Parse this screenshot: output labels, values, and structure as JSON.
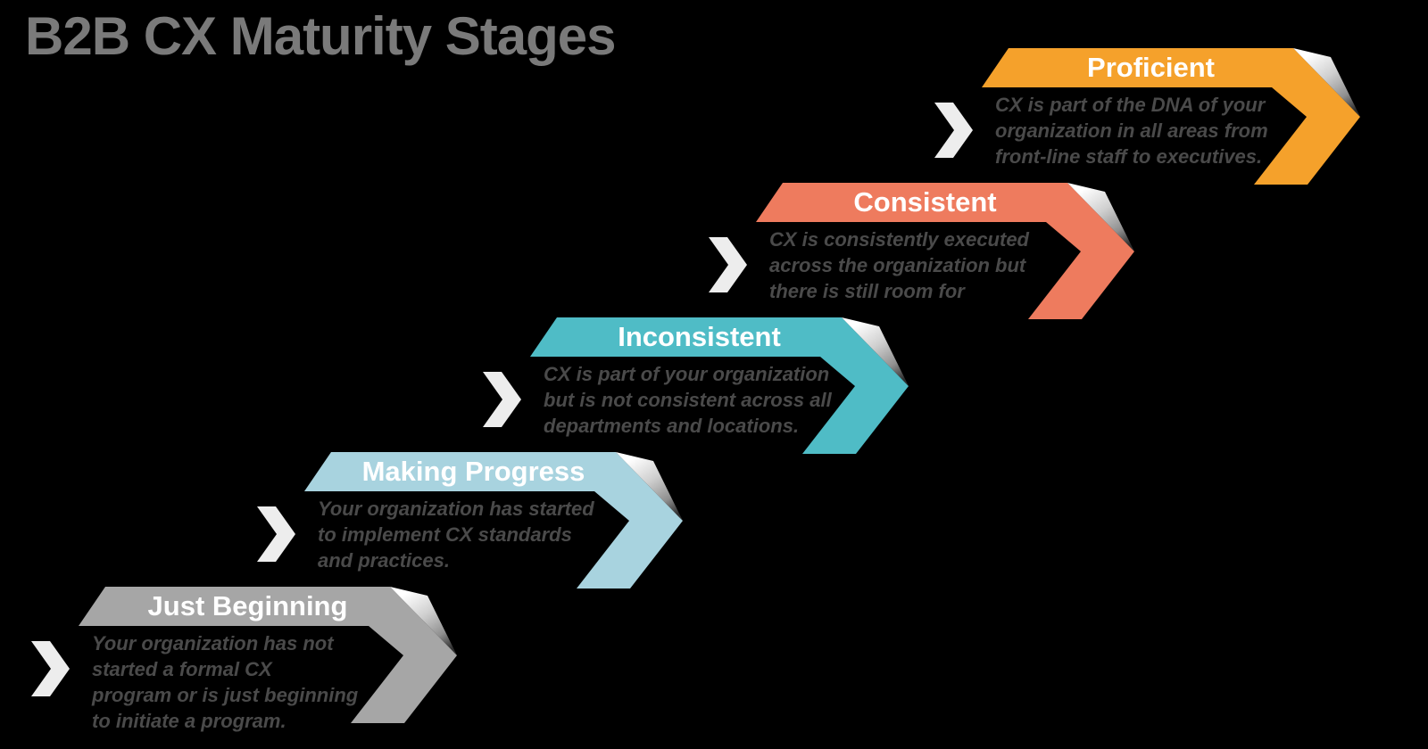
{
  "title": "B2B CX Maturity Stages",
  "colors": {
    "background": "#000000",
    "heading_text": "#7a7a7a",
    "stage_label_text": "#ffffff",
    "description_text": "#4a4a4a",
    "connector_chevron": "#ededed",
    "fold_gradient": [
      "#ffffff",
      "#cfcfcf",
      "#8f8f8f",
      "#2e2e2e"
    ]
  },
  "stages": [
    {
      "label": "Just Beginning",
      "color": "#a6a6a6",
      "desc_lines": [
        "Your organization has not",
        "started a formal CX",
        "program or is just beginning",
        "to initiate a program."
      ]
    },
    {
      "label": "Making Progress",
      "color": "#a8d3df",
      "desc_lines": [
        "Your organization has started",
        "to implement CX standards",
        "and practices."
      ]
    },
    {
      "label": "Inconsistent",
      "color": "#4fbcc6",
      "desc_lines": [
        "CX is part of your organization",
        "but is not consistent across all",
        "departments and locations."
      ]
    },
    {
      "label": "Consistent",
      "color": "#ee7b5e",
      "desc_lines": [
        "CX is consistently executed",
        "across the organization but",
        "there is still room for"
      ]
    },
    {
      "label": "Proficient",
      "color": "#f5a12b",
      "desc_lines": [
        "CX is part of the DNA of your",
        "organization in all areas from",
        "front-line staff to executives."
      ]
    }
  ]
}
